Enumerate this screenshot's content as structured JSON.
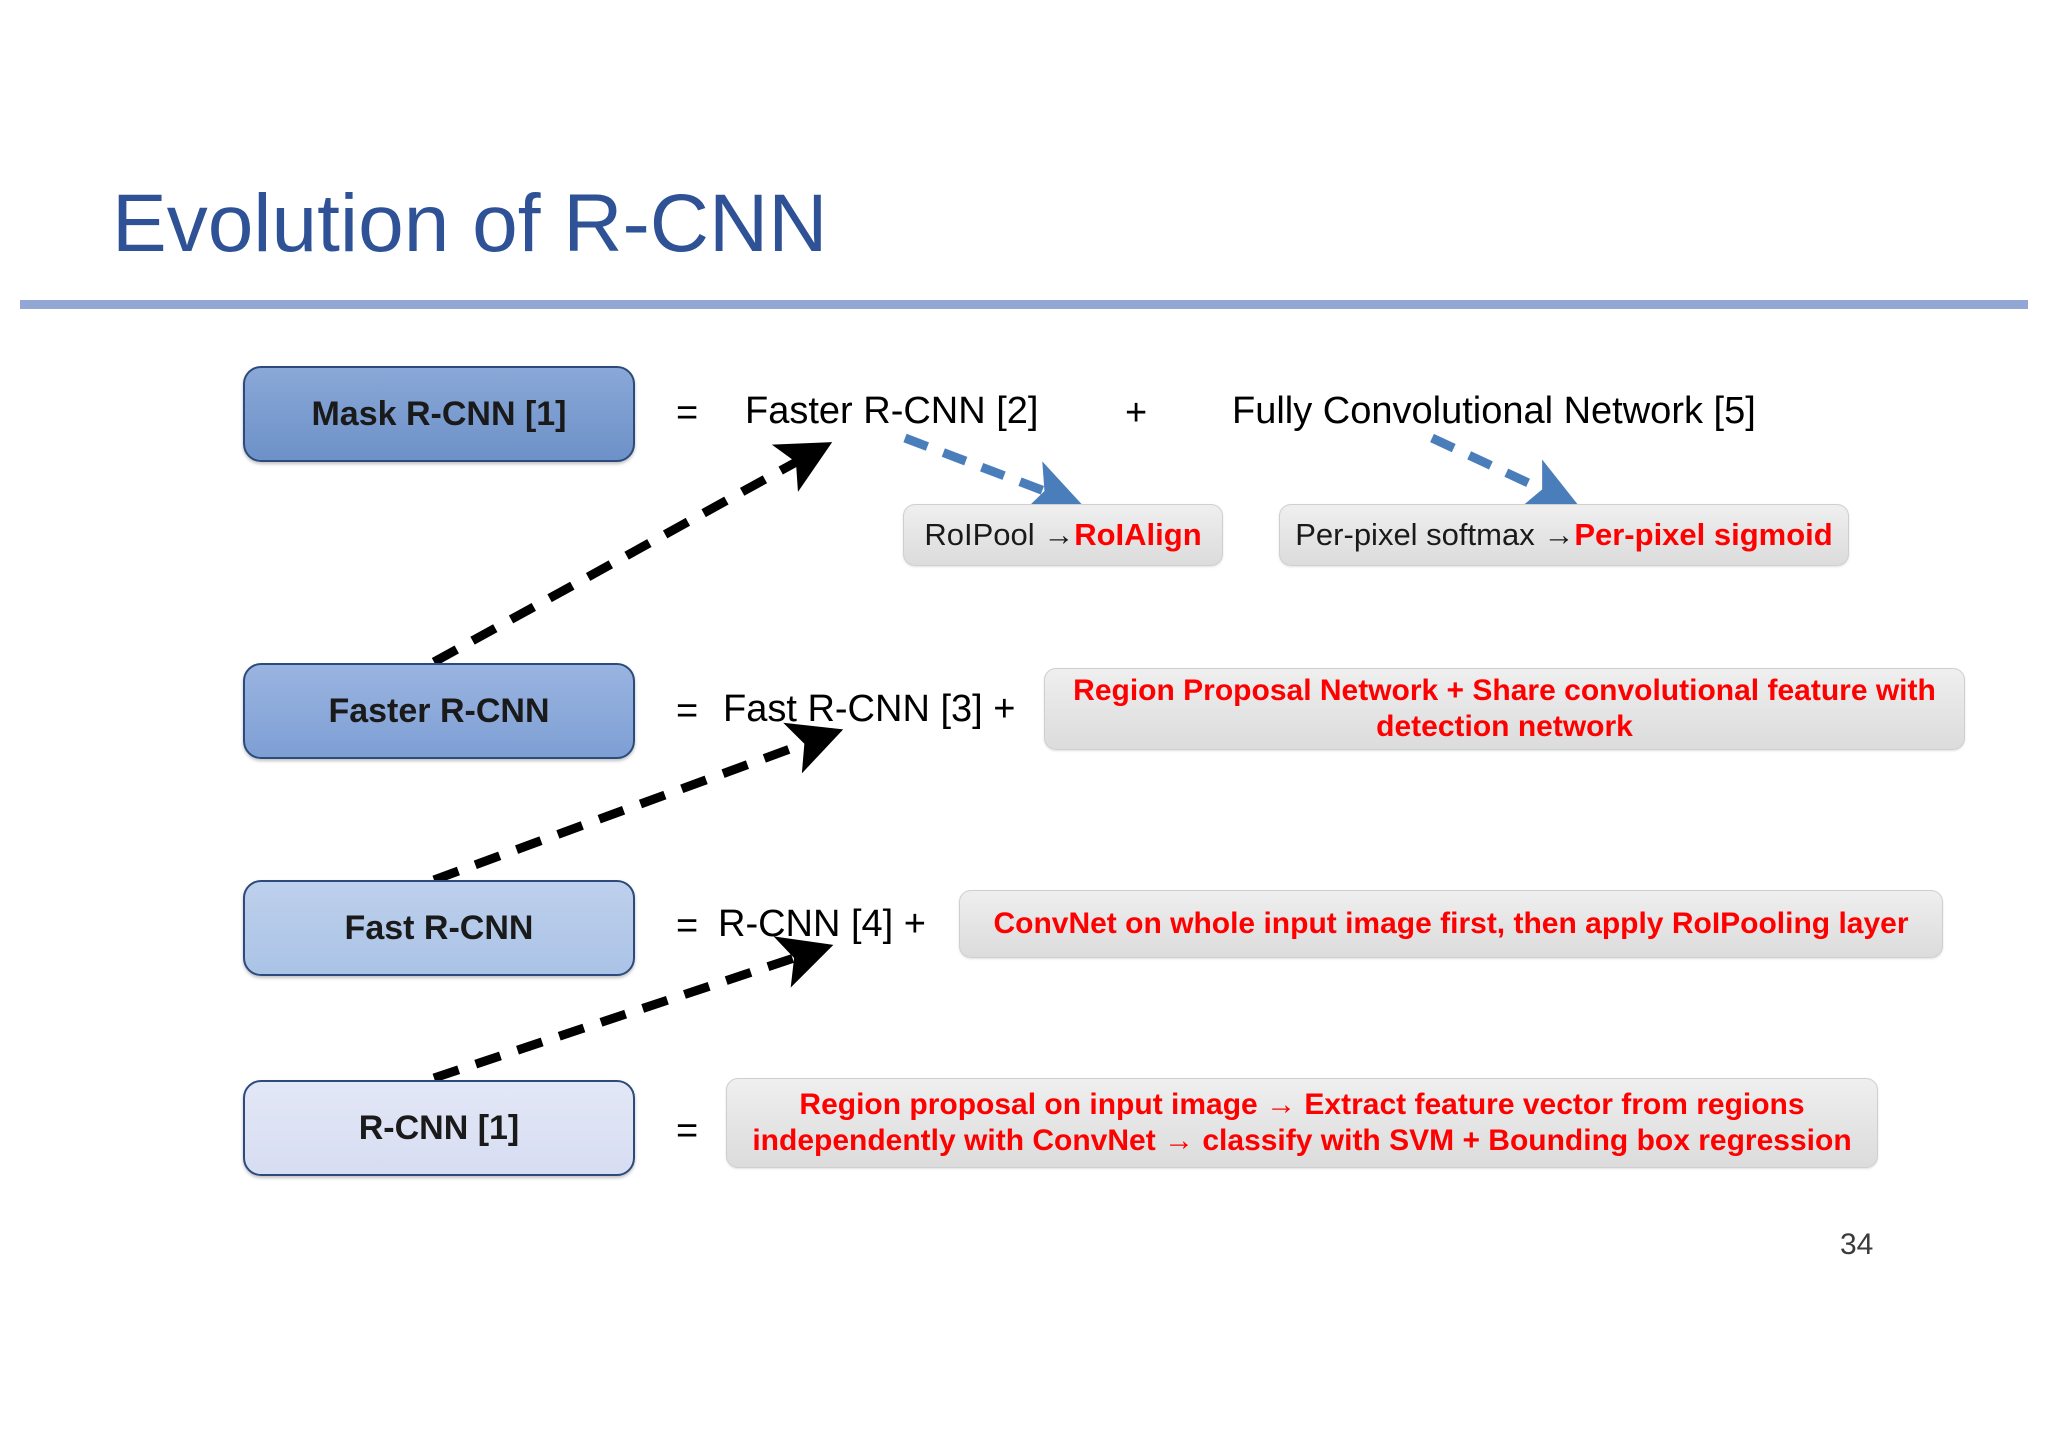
{
  "slide": {
    "title": "Evolution of R-CNN",
    "page_number": "34",
    "colors": {
      "title_blue": "#2e5295",
      "rule_blue": "#93a7d4",
      "accent_red": "#ff0000",
      "box_border": "#2c4a7c",
      "arrow_black": "#000000",
      "arrow_blue": "#4a7ebb",
      "note_gray": "#e3e3e3"
    }
  },
  "rows": [
    {
      "box_label": "Mask R-CNN [1]",
      "equals": "=",
      "term_a": "Faster R-CNN [2]",
      "plus": "+",
      "term_b": "Fully Convolutional Network [5]"
    },
    {
      "box_label": "Faster R-CNN",
      "equals": "=",
      "term_a": "Fast R-CNN [3] +"
    },
    {
      "box_label": "Fast R-CNN",
      "equals": "=",
      "term_a": "R-CNN [4]  +"
    },
    {
      "box_label": "R-CNN [1]",
      "equals": "="
    }
  ],
  "notes": {
    "roi": {
      "plain": "RoIPool → ",
      "accent": "RoIAlign"
    },
    "pixel": {
      "plain": "Per-pixel softmax → ",
      "accent": "Per-pixel sigmoid"
    },
    "rpn": "Region Proposal Network + Share convolutional feature with detection network",
    "convnet": "ConvNet on whole input image first, then apply RoIPooling layer",
    "rcnn": "Region proposal on input image → Extract feature vector from regions independently  with ConvNet → classify with SVM + Bounding box regression"
  },
  "arrows": [
    {
      "name": "faster-to-mask-equation",
      "style": "black-dashed"
    },
    {
      "name": "fast-to-faster-equation",
      "style": "black-dashed"
    },
    {
      "name": "rcnn-to-fast-equation",
      "style": "black-dashed"
    },
    {
      "name": "faster-term-to-roi-note",
      "style": "blue-dashed"
    },
    {
      "name": "fcn-term-to-pixel-note",
      "style": "blue-dashed"
    }
  ]
}
